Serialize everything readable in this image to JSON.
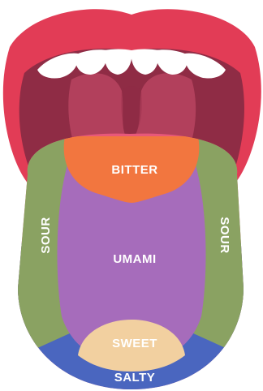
{
  "labels": {
    "bitter": "BITTER",
    "umami": "UMAMI",
    "sour_left": "SOUR",
    "sour_right": "SOUR",
    "sweet": "SWEET",
    "salty": "SALTY"
  },
  "colors": {
    "lips": "#e23c56",
    "mouth_interior": "#8f2c45",
    "throat": "#b2405c",
    "teeth": "#ffffff",
    "tongue_edge": "#e8587a",
    "bitter": "#f2763f",
    "umami": "#a66cbb",
    "sour": "#8aa262",
    "sweet": "#f2d0a0",
    "salty": "#4a66bf"
  }
}
